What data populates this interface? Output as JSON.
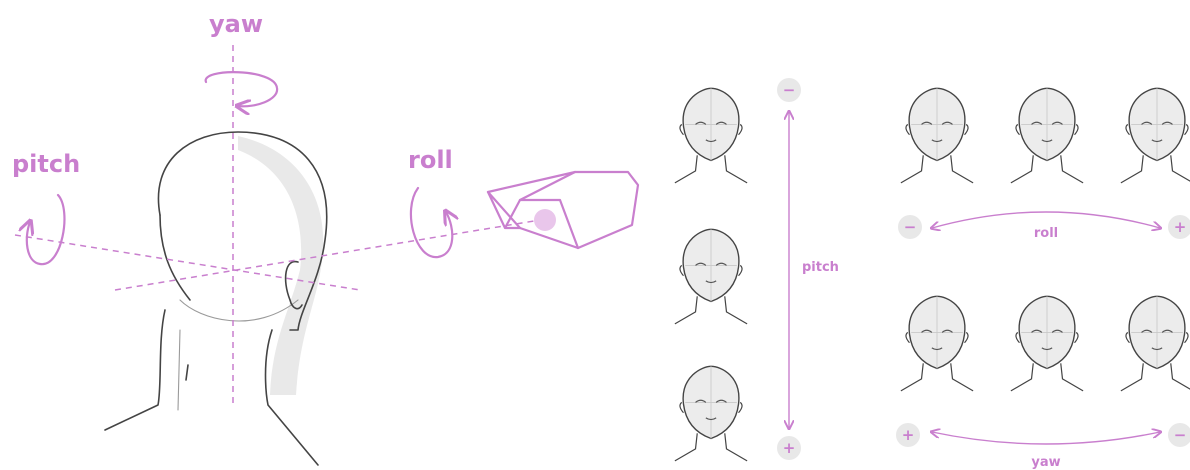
{
  "labels": {
    "yaw": "yaw",
    "pitch": "pitch",
    "roll": "roll"
  },
  "pitch_scale": {
    "label": "pitch",
    "minus": "−",
    "plus": "+"
  },
  "roll_scale": {
    "label": "roll",
    "minus": "−",
    "plus": "+"
  },
  "yaw_scale": {
    "label": "yaw",
    "minus": "+",
    "plus": "−"
  },
  "colors": {
    "accent": "#c97fce",
    "ink": "#444444",
    "shade": "#e9e9e9",
    "badge": "#e8e8e8"
  },
  "icons": [
    "yaw-rotation-arrow",
    "pitch-rotation-arrow",
    "roll-rotation-arrow",
    "camera-icon",
    "head-back-view"
  ]
}
